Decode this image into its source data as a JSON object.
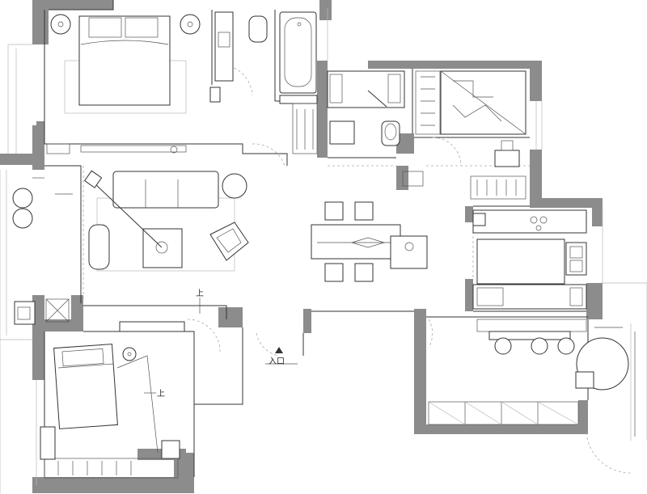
{
  "plan": {
    "entrance_label": "入口",
    "step_up_labels": [
      "上",
      "上"
    ]
  },
  "colors": {
    "wall": "#8c8c8c",
    "line": "#333333",
    "background": "#ffffff"
  }
}
